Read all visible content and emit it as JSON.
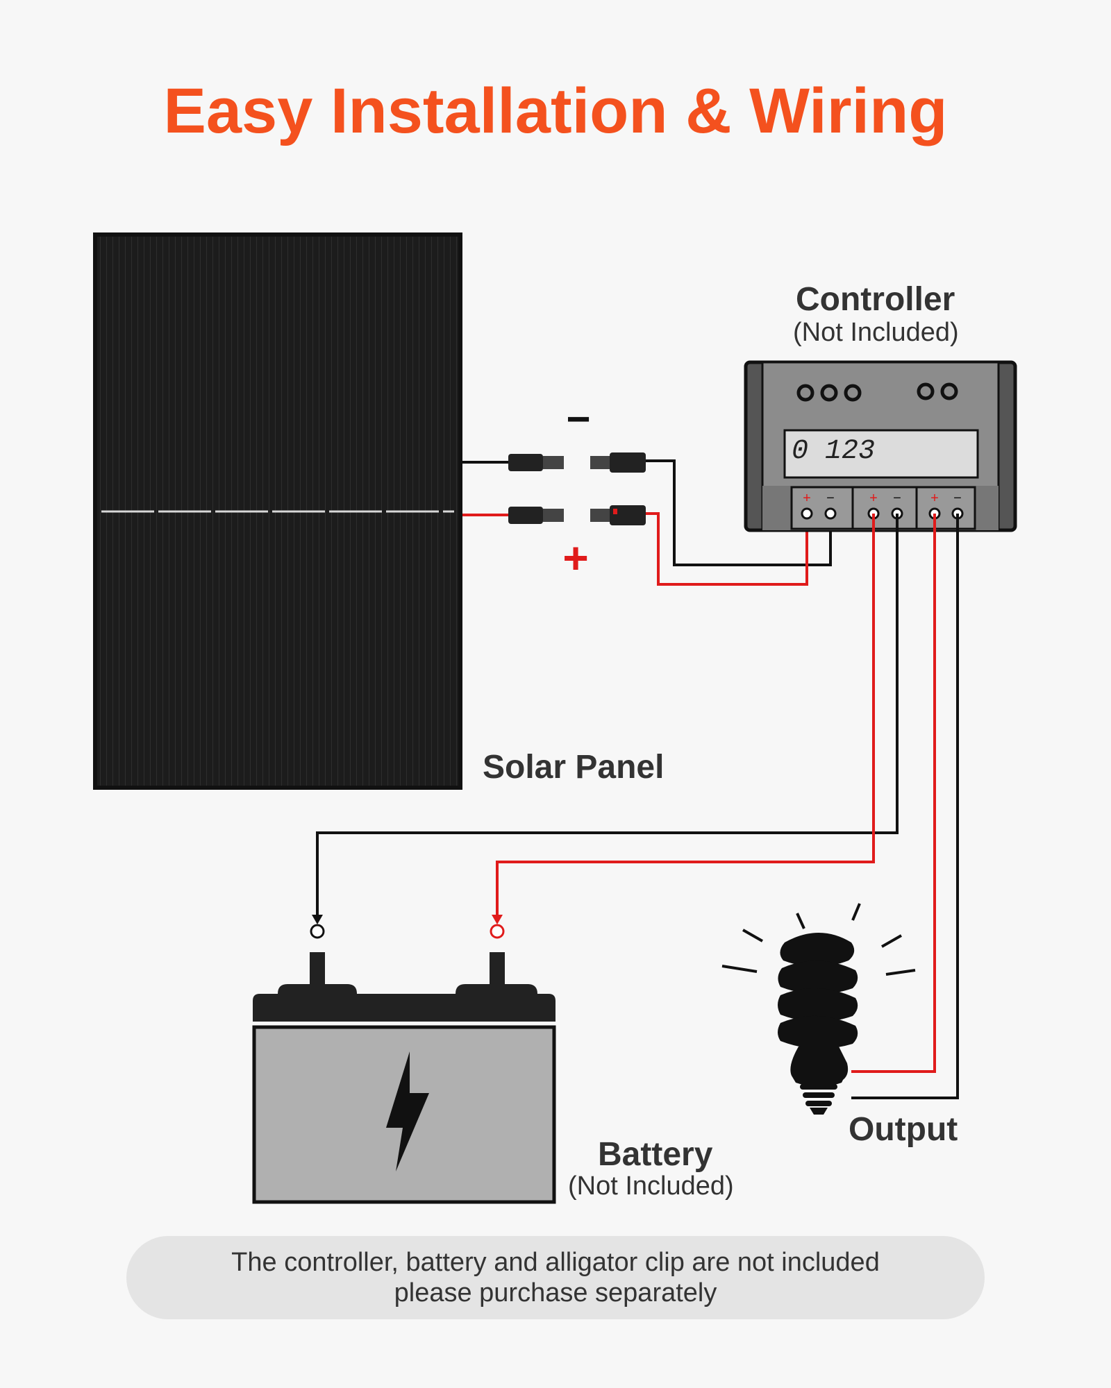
{
  "title": "Easy Installation & Wiring",
  "controller": {
    "label": "Controller",
    "sublabel": "(Not Included)",
    "display_value": "0 123",
    "terminal_plus": "+",
    "terminal_minus": "−"
  },
  "solar_panel": {
    "label": "Solar Panel"
  },
  "connectors": {
    "negative_symbol": "−",
    "positive_symbol": "+"
  },
  "battery": {
    "label": "Battery",
    "sublabel": "(Not Included)"
  },
  "output": {
    "label": "Output"
  },
  "note": {
    "line1": "The controller, battery and alligator clip are not included",
    "line2": "please purchase separately"
  },
  "colors": {
    "title": "#f4511e",
    "wire_positive": "#e01b1b",
    "wire_negative": "#111111",
    "panel": "#1a1a1a",
    "controller_body": "#888888",
    "battery_body": "#b0b0b0"
  },
  "icons": [
    "solar-panel-icon",
    "mc4-connector-icon",
    "charge-controller-icon",
    "battery-icon",
    "lightning-bolt-icon",
    "light-bulb-icon"
  ]
}
